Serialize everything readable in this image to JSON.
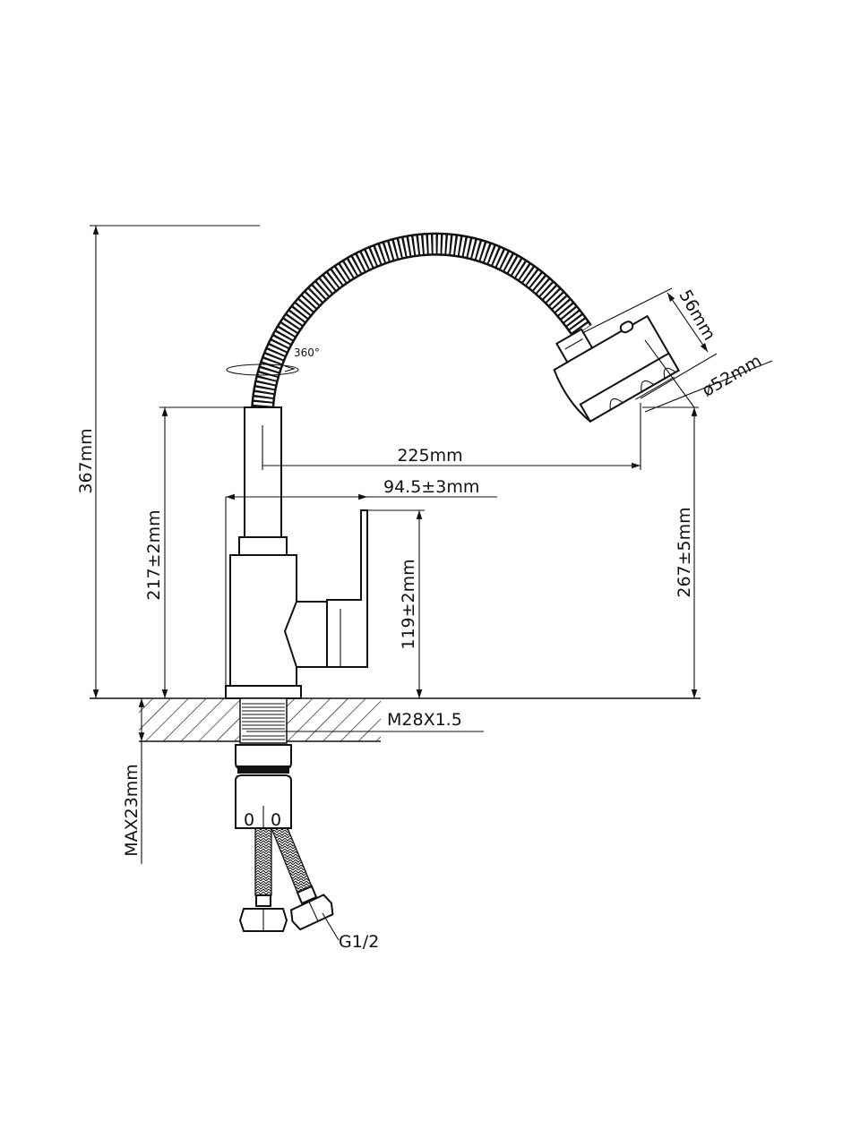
{
  "drawing": {
    "title": "Faucet dimension drawing",
    "dimensions": {
      "total_height": "367mm",
      "spout_height": "217±2mm",
      "handle_height": "119±2mm",
      "outlet_height": "267±5mm",
      "reach": "225mm",
      "handle_reach": "94.5±3mm",
      "head_length": "56mm",
      "head_diameter": "ø52mm",
      "rotation": "360°",
      "thread": "M28X1.5",
      "max_counter": "MAX23mm",
      "hose_connection": "G1/2"
    },
    "colors": {
      "line": "#111111",
      "background": "#ffffff"
    }
  }
}
